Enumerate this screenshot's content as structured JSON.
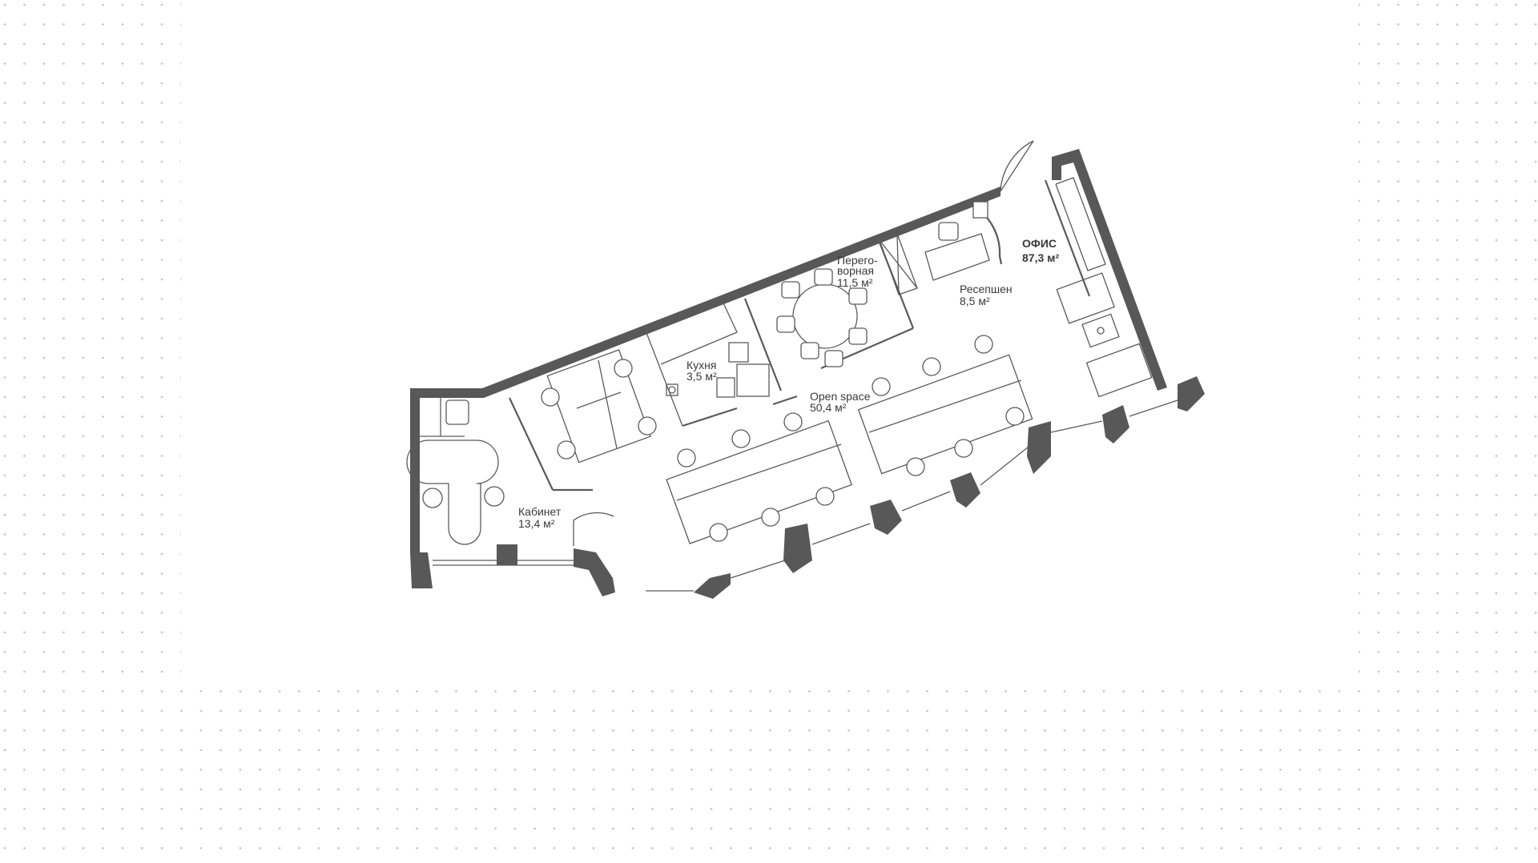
{
  "plan": {
    "title": {
      "name": "ОФИС",
      "area": "87,3 м²"
    },
    "rooms": [
      {
        "name": "Ресепшен",
        "area": "8,5 м²"
      },
      {
        "name_line1": "Перего-",
        "name_line2": "ворная",
        "area": "11,5 м²"
      },
      {
        "name": "Кухня",
        "area": "3,5 м²"
      },
      {
        "name": "Open space",
        "area": "50,4 м²"
      },
      {
        "name": "Кабинет",
        "area": "13,4 м²"
      }
    ]
  },
  "colors": {
    "wall": "#585858",
    "line": "#5a5a5a",
    "dot": "#c8c8c8",
    "background": "#ffffff"
  }
}
